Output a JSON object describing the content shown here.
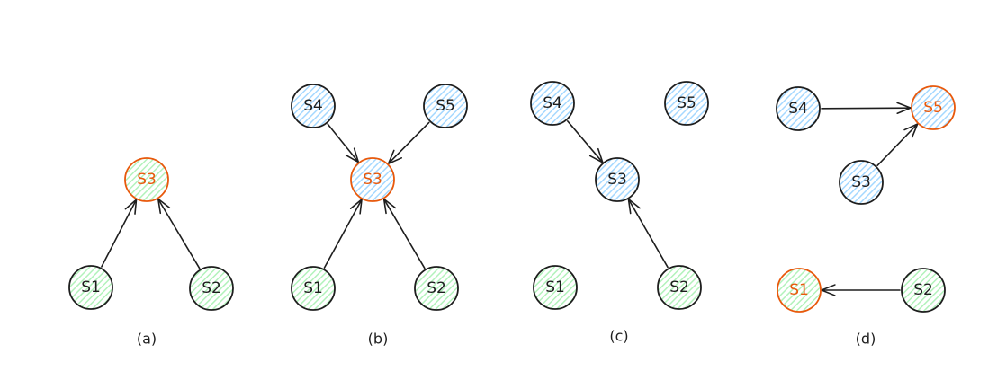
{
  "colors": {
    "green_fill": "#b2f2bb",
    "blue_fill": "#a5d8ff",
    "stroke": "#1e1e1e",
    "highlight_stroke": "#e8590c",
    "highlight_text": "#e8590c",
    "text": "#1e1e1e"
  },
  "panels": [
    {
      "label": "(a)",
      "nodes": [
        {
          "id": "S1",
          "label": "S1",
          "fill": "green",
          "highlight": false
        },
        {
          "id": "S2",
          "label": "S2",
          "fill": "green",
          "highlight": false
        },
        {
          "id": "S3",
          "label": "S3",
          "fill": "green",
          "highlight": true
        }
      ],
      "edges": [
        {
          "from": "S1",
          "to": "S3"
        },
        {
          "from": "S2",
          "to": "S3"
        }
      ]
    },
    {
      "label": "(b)",
      "nodes": [
        {
          "id": "S4",
          "label": "S4",
          "fill": "blue",
          "highlight": false
        },
        {
          "id": "S5",
          "label": "S5",
          "fill": "blue",
          "highlight": false
        },
        {
          "id": "S3",
          "label": "S3",
          "fill": "blue",
          "highlight": true
        },
        {
          "id": "S1",
          "label": "S1",
          "fill": "green",
          "highlight": false
        },
        {
          "id": "S2",
          "label": "S2",
          "fill": "green",
          "highlight": false
        }
      ],
      "edges": [
        {
          "from": "S4",
          "to": "S3"
        },
        {
          "from": "S5",
          "to": "S3"
        },
        {
          "from": "S1",
          "to": "S3"
        },
        {
          "from": "S2",
          "to": "S3"
        }
      ]
    },
    {
      "label": "(c)",
      "nodes": [
        {
          "id": "S4",
          "label": "S4",
          "fill": "blue",
          "highlight": false
        },
        {
          "id": "S5",
          "label": "S5",
          "fill": "blue",
          "highlight": false
        },
        {
          "id": "S3",
          "label": "S3",
          "fill": "blue",
          "highlight": false
        },
        {
          "id": "S1",
          "label": "S1",
          "fill": "green",
          "highlight": false
        },
        {
          "id": "S2",
          "label": "S2",
          "fill": "green",
          "highlight": false
        }
      ],
      "edges": [
        {
          "from": "S4",
          "to": "S3"
        },
        {
          "from": "S2",
          "to": "S3"
        }
      ]
    },
    {
      "label": "(d)",
      "nodes": [
        {
          "id": "S4",
          "label": "S4",
          "fill": "blue",
          "highlight": false
        },
        {
          "id": "S5",
          "label": "S5",
          "fill": "blue",
          "highlight": true
        },
        {
          "id": "S3",
          "label": "S3",
          "fill": "blue",
          "highlight": false
        },
        {
          "id": "S1",
          "label": "S1",
          "fill": "green",
          "highlight": true
        },
        {
          "id": "S2",
          "label": "S2",
          "fill": "green",
          "highlight": false
        }
      ],
      "edges": [
        {
          "from": "S4",
          "to": "S5"
        },
        {
          "from": "S3",
          "to": "S5"
        },
        {
          "from": "S2",
          "to": "S1"
        }
      ]
    }
  ]
}
